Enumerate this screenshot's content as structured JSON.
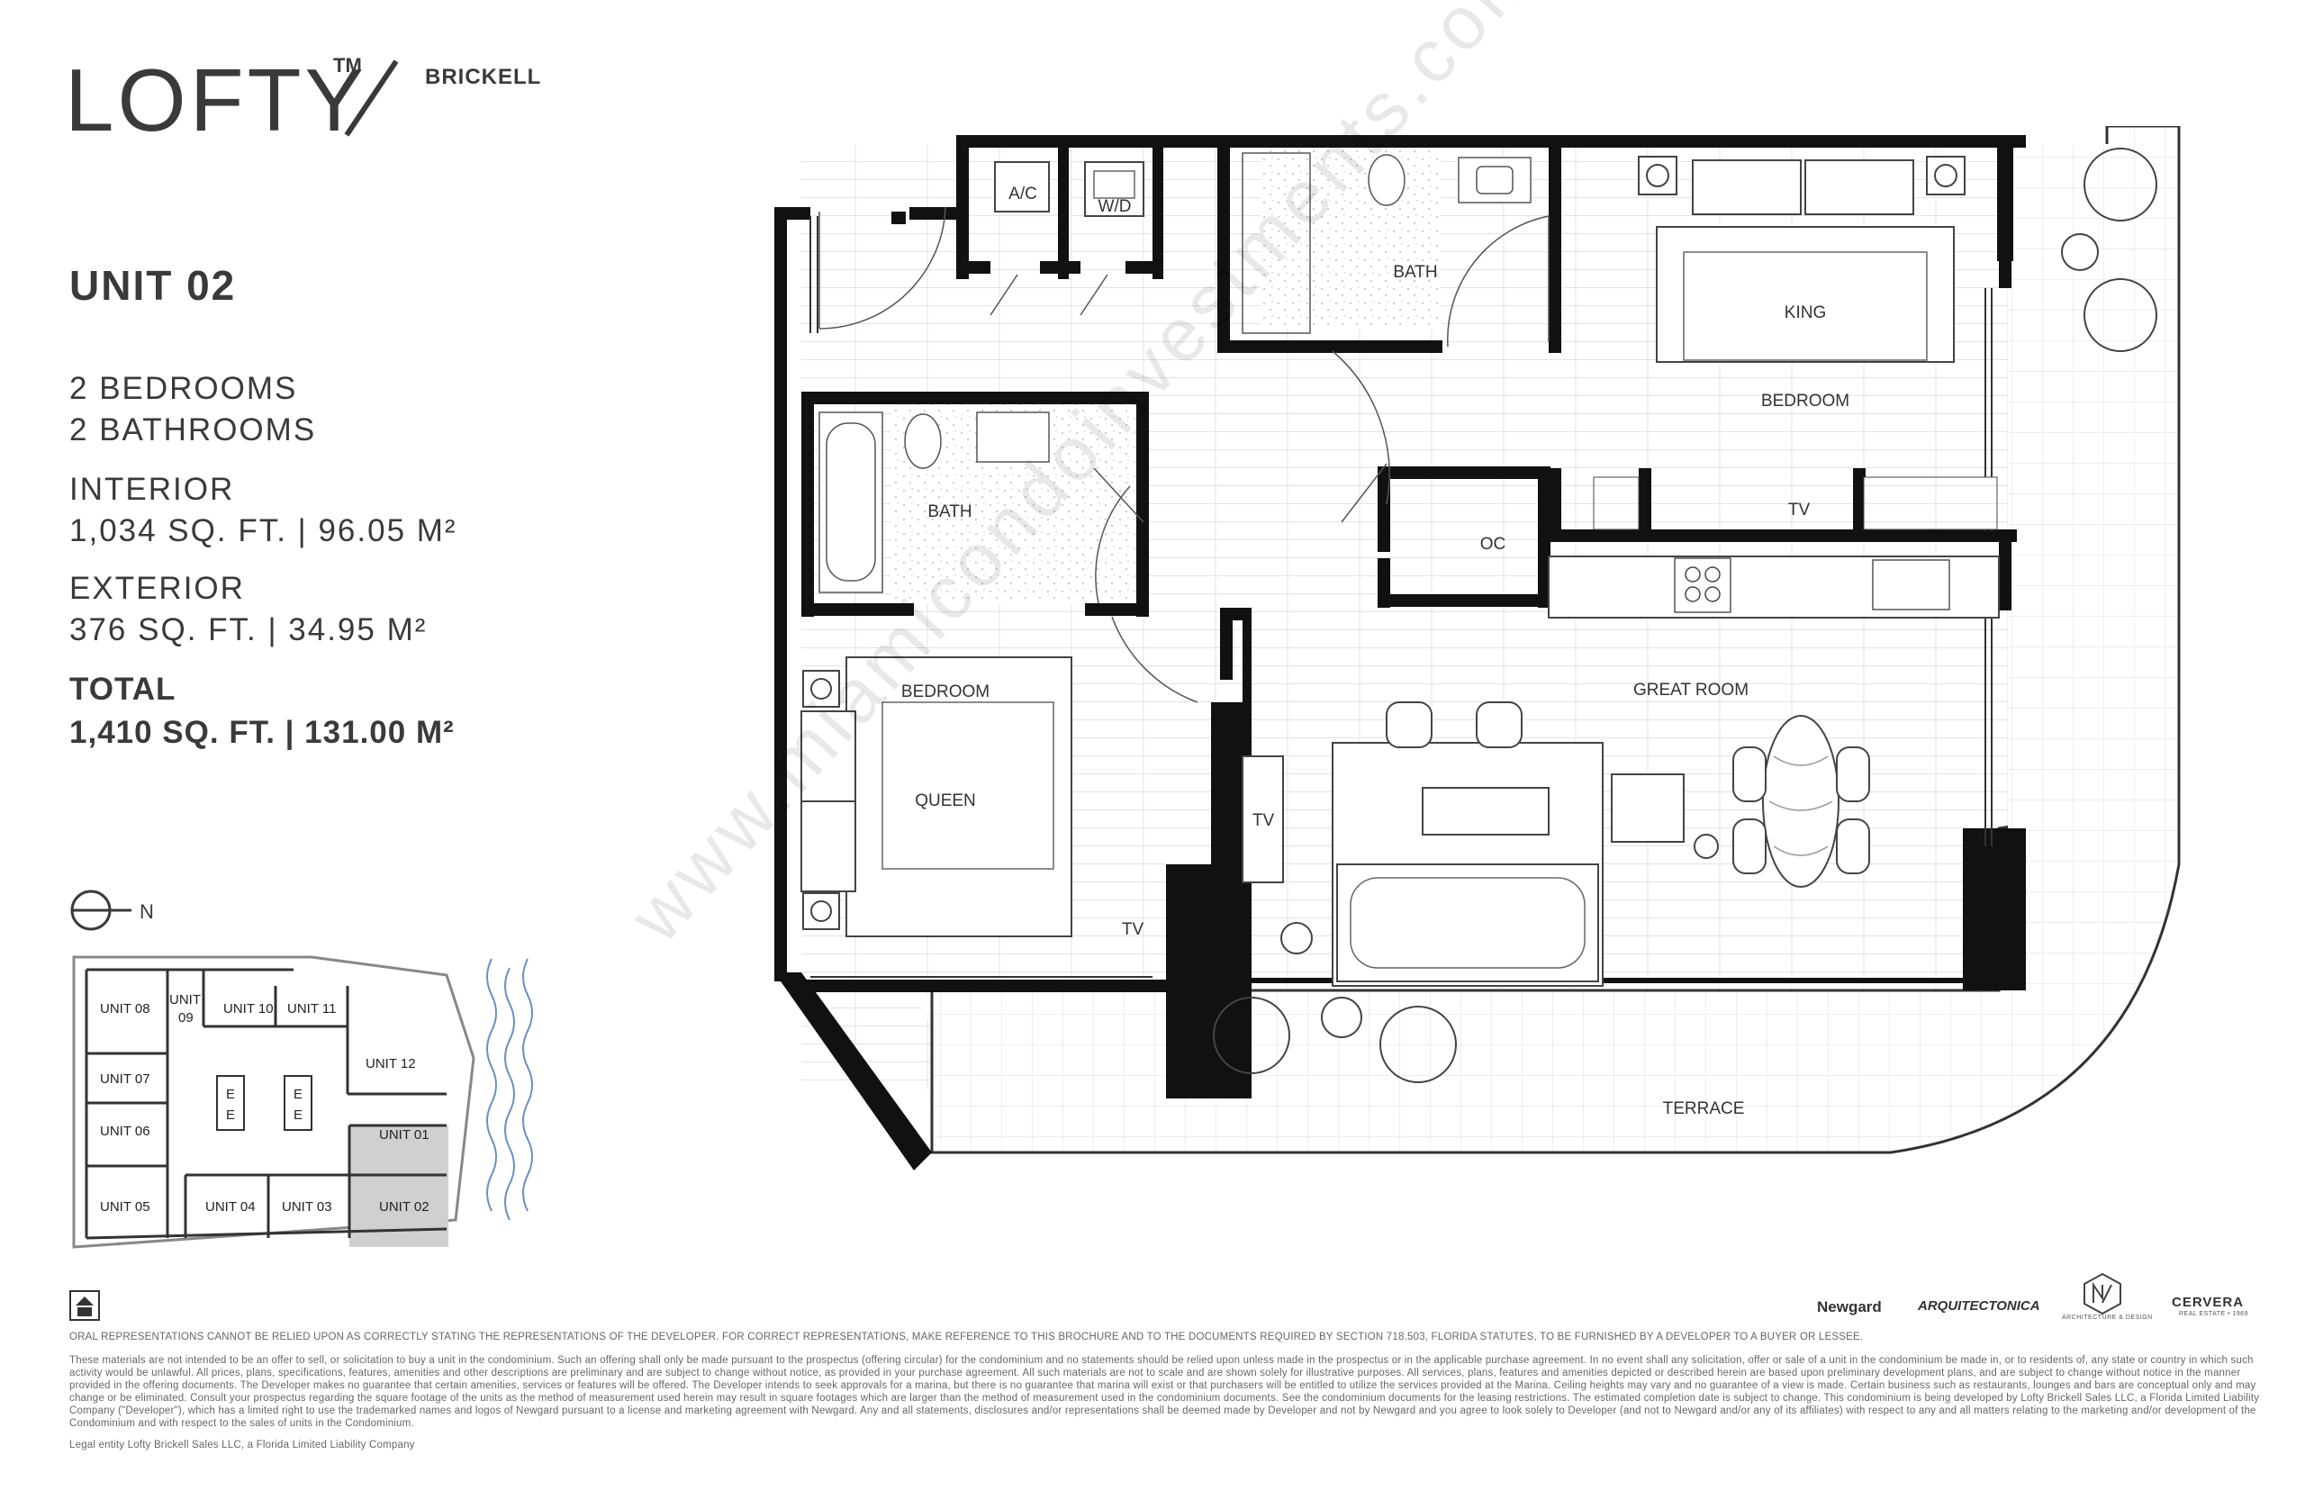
{
  "logo": {
    "word": "LOFTY",
    "tm": "TM",
    "sub": "BRICKELL"
  },
  "unit": {
    "title": "UNIT 02",
    "bedrooms": "2 BEDROOMS",
    "bathrooms": "2 BATHROOMS",
    "interior_label": "INTERIOR",
    "interior_value": "1,034 SQ. FT. | 96.05 M²",
    "exterior_label": "EXTERIOR",
    "exterior_value": "376 SQ. FT. | 34.95 M²",
    "total_label": "TOTAL",
    "total_value": "1,410  SQ. FT. | 131.00 M²"
  },
  "compass": {
    "label": "N"
  },
  "keyplan": {
    "units": [
      "UNIT 08",
      "UNIT 09",
      "UNIT 10",
      "UNIT 11",
      "UNIT 12",
      "UNIT 07",
      "UNIT 06",
      "UNIT 01",
      "UNIT 05",
      "UNIT 04",
      "UNIT 03",
      "UNIT 02"
    ],
    "unit09_line1": "UNIT",
    "unit09_line2": "09",
    "elevator": "E",
    "highlight_color": "#d0d0d0"
  },
  "rooms": {
    "ac": "A/C",
    "wd": "W/D",
    "bath1": "BATH",
    "bath2": "BATH",
    "king": "KING",
    "bedroom1": "BEDROOM",
    "tv1": "TV",
    "oc": "OC",
    "bedroom2": "BEDROOM",
    "queen": "QUEEN",
    "great_room": "GREAT ROOM",
    "tv2": "TV",
    "tv3": "TV",
    "terrace": "TERRACE"
  },
  "watermark": "www.miamicondoinvestments.com",
  "brands": {
    "newgard": "Newgard",
    "arquitectonica": "ARQUITECTONICA",
    "nn": "ARCHITECTURE & DESIGN",
    "cervera": "CERVERA",
    "cervera_sub": "REAL ESTATE • 1969"
  },
  "legal": {
    "line1": "ORAL REPRESENTATIONS CANNOT BE RELIED UPON AS CORRECTLY STATING THE REPRESENTATIONS OF THE DEVELOPER. FOR CORRECT REPRESENTATIONS, MAKE REFERENCE TO THIS BROCHURE AND TO THE DOCUMENTS REQUIRED BY SECTION 718.503, FLORIDA STATUTES, TO BE FURNISHED BY A DEVELOPER TO A BUYER OR LESSEE.",
    "para": "These materials are not intended to be an offer to sell, or solicitation to buy a unit in the condominium. Such an offering shall only be made pursuant to the prospectus (offering circular) for the condominium and no statements should be relied upon unless made in the prospectus or in the applicable purchase agreement. In no event shall any solicitation, offer or sale of a unit in the condominium be made in, or to residents of, any state or country in which such activity would be unlawful. All prices, plans, specifications, features, amenities and other descriptions are preliminary and are subject to change without notice, as provided in your purchase agreement. All such materials are not to scale and are shown solely for illustrative purposes. All services, plans, features and amenities depicted or described herein are based upon preliminary development plans, and are subject to change without notice in the manner provided in the offering documents. The Developer makes no guarantee that certain amenities, services or features will be offered. The Developer intends to seek approvals for a marina, but there is no guarantee that marina will exist or that purchasers will be entitled to utilize the services provided at the Marina. Ceiling heights may vary and no guarantee of a view is made. Certain business such as restaurants, lounges and bars are conceptual only and may change or be eliminated. Consult your prospectus regarding the square footage of the units as the method of measurement used herein may result in square footages which are larger than the method of measurement used in the condominium documents. See the condominium documents for the leasing restrictions. The estimated completion date is subject to change. This condominium is being developed by Lofty Brickell Sales LLC, a Florida Limited Liability Company (\"Developer\"), which has a limited right to use the trademarked names and logos of Newgard pursuant to a license and marketing agreement with Newgard. Any and all statements, disclosures and/or representations shall be deemed made by Developer and not by Newgard and you agree to look solely to Developer (and not to Newgard and/or any of its affiliates) with respect to any and all matters relating to the marketing and/or development of the Condominium and with respect to the sales of units in the Condominium.",
    "entity": "Legal entity Lofty Brickell Sales LLC, a Florida Limited Liability Company"
  }
}
